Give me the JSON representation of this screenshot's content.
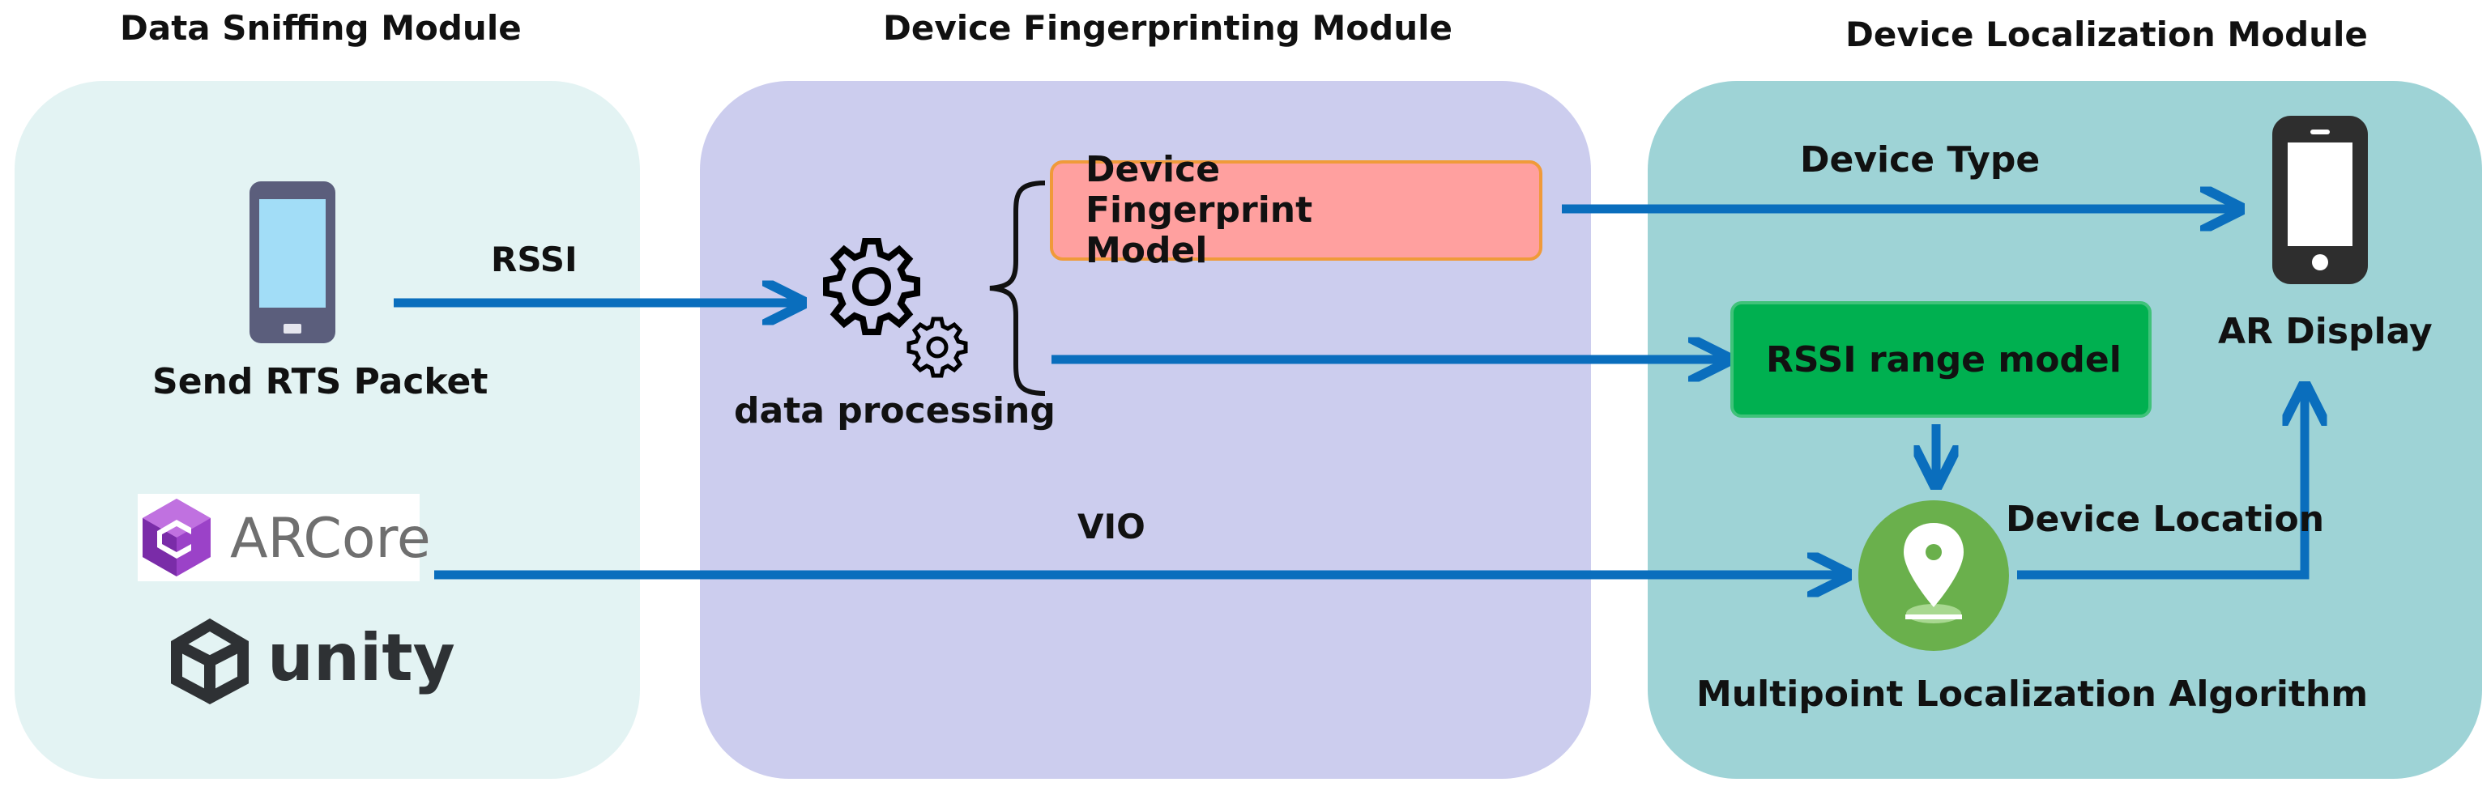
{
  "modules": {
    "sniffing": {
      "title": "Data Sniffing Module"
    },
    "fingerprinting": {
      "title": "Device Fingerprinting Module"
    },
    "localization": {
      "title": "Device Localization Module"
    }
  },
  "nodes": {
    "send_rts": "Send RTS Packet",
    "arcore": "ARCore",
    "unity": "unity",
    "data_processing": "data processing",
    "fingerprint_model": "Device Fingerprint Model",
    "rssi_range_model": "RSSI range model",
    "ar_display": "AR Display",
    "multipoint": "Multipoint Localization Algorithm"
  },
  "edges": {
    "rssi": "RSSI",
    "vio": "VIO",
    "device_type": "Device Type",
    "device_location": "Device Location"
  },
  "colors": {
    "panel_sniffing": "#e3f3f3",
    "panel_fingerprinting": "#cccdee",
    "panel_localization": "#9ed3d6",
    "arrow": "#0a6ebd",
    "fingerprint_box": "#ffa09f",
    "fingerprint_border": "#f09a3a",
    "rssi_box": "#00b050",
    "pin_circle": "#6ab04c"
  }
}
